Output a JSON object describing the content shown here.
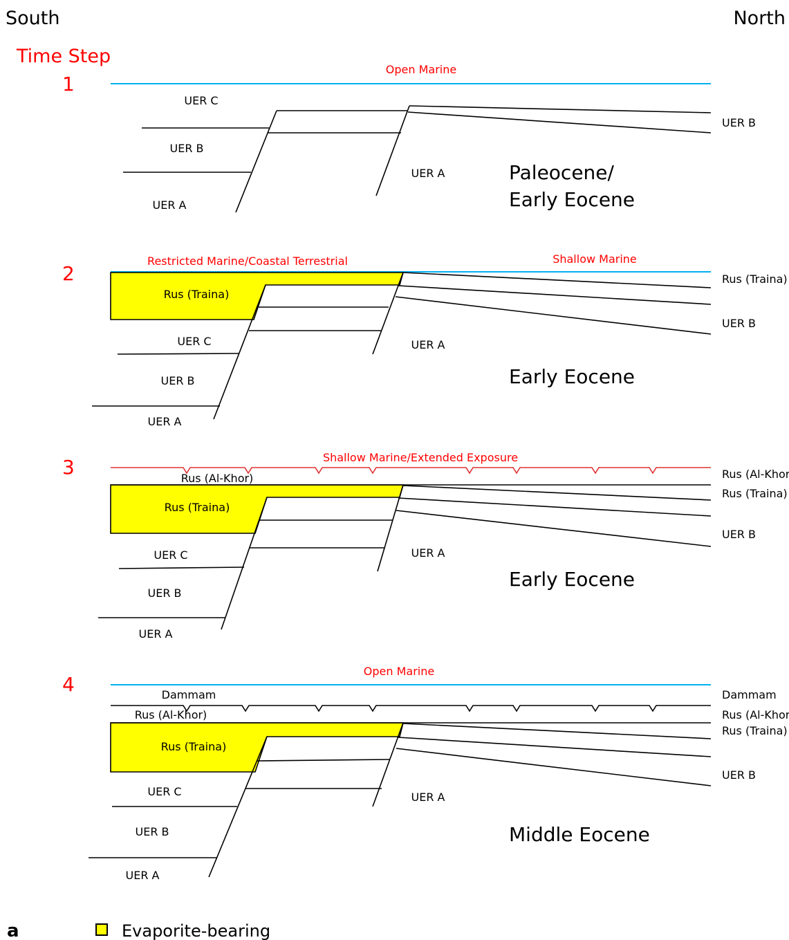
{
  "header": {
    "south": "South",
    "north": "North",
    "time_step": "Time Step"
  },
  "panels": [
    {
      "step": "1",
      "environment": "Open Marine",
      "age_lines": [
        "Paleocene/",
        "Early Eocene"
      ],
      "labels": {
        "uer_c": "UER C",
        "uer_b_left": "UER B",
        "uer_a_left": "UER A",
        "uer_a_right": "UER A",
        "uer_b_right": "UER B"
      }
    },
    {
      "step": "2",
      "environment_left": "Restricted Marine/Coastal Terrestrial",
      "environment_right": "Shallow Marine",
      "age": "Early Eocene",
      "labels": {
        "evaporite": "Rus (Traina)",
        "uer_c": "UER C",
        "uer_b_left": "UER B",
        "uer_a_left": "UER A",
        "uer_a_right": "UER A",
        "rus_traina_right": "Rus (Traina)",
        "uer_b_right": "UER B"
      }
    },
    {
      "step": "3",
      "environment": "Shallow Marine/Extended Exposure",
      "age": "Early Eocene",
      "labels": {
        "rus_alkhor_left": "Rus (Al-Khor)",
        "evaporite": "Rus (Traina)",
        "uer_c": "UER C",
        "uer_b_left": "UER B",
        "uer_a_left": "UER A",
        "uer_a_right": "UER A",
        "rus_alkhor_right": "Rus (Al-Khor",
        "rus_traina_right": "Rus (Traina)",
        "uer_b_right": "UER B"
      }
    },
    {
      "step": "4",
      "environment": "Open Marine",
      "age": "Middle Eocene",
      "labels": {
        "dammam_left": "Dammam",
        "rus_alkhor_left": "Rus (Al-Khor)",
        "evaporite": "Rus (Traina)",
        "uer_c": "UER C",
        "uer_b_left": "UER B",
        "uer_a_left": "UER A",
        "uer_a_right": "UER A",
        "dammam_right": "Dammam",
        "rus_alkhor_right": "Rus (Al-Khor",
        "rus_traina_right": "Rus (Traina)",
        "uer_b_right": "UER B"
      }
    }
  ],
  "legend": {
    "panel_letter": "a",
    "swatch_label": "Evaporite-bearing"
  },
  "colors": {
    "sea_level": "#00b0f0",
    "exposure_surface": "#e03030",
    "evaporite": "#ffff00",
    "label_red": "#ff0000"
  }
}
